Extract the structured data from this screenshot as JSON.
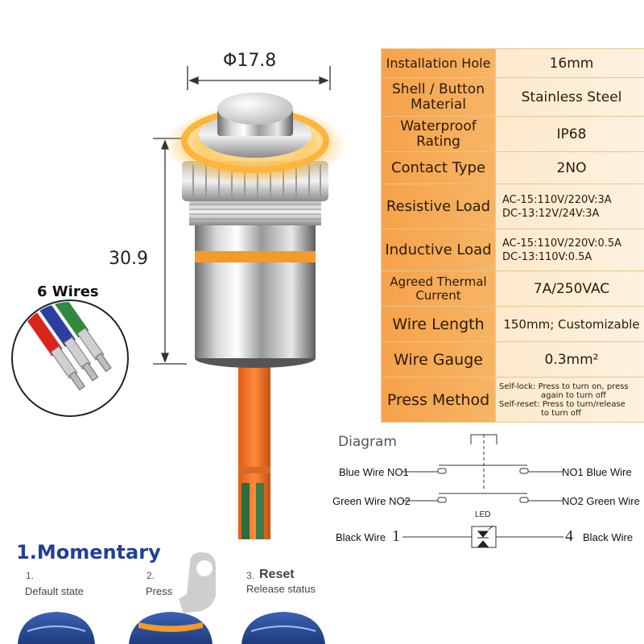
{
  "dimensions": {
    "diameter": "Φ17.8",
    "height": "30.9"
  },
  "wires_label": "6 Wires",
  "specs": [
    {
      "key": "Installation Hole",
      "value": "16mm"
    },
    {
      "key_lines": [
        "Shell / Button",
        "Material"
      ],
      "value": "Stainless Steel"
    },
    {
      "key_lines": [
        "Waterproof",
        "Rating"
      ],
      "value": "IP68"
    },
    {
      "key": "Contact Type",
      "value": "2NO"
    },
    {
      "key": "Resistive Load",
      "value_lines": [
        "AC-15:110V/220V:3A",
        "DC-13:12V/24V:3A"
      ]
    },
    {
      "key": "Inductive Load",
      "value_lines": [
        "AC-15:110V/220V:0.5A",
        "DC-13:110V:0.5A"
      ]
    },
    {
      "key_lines": [
        "Agreed Thermal",
        "Current"
      ],
      "value": "7A/250VAC"
    },
    {
      "key": "Wire Length",
      "value": "150mm; Customizable"
    },
    {
      "key": "Wire Gauge",
      "value": "0.3mm²"
    },
    {
      "key": "Press Method",
      "value_lines": [
        "Self-lock: Press to turn on, press",
        "again to turn off",
        "Self-reset: Press to turn/release",
        "to turn off"
      ]
    }
  ],
  "diagram": {
    "title": "Diagram",
    "left_labels": [
      "Blue Wire NO1",
      "Green Wire NO2",
      "Black Wire"
    ],
    "right_labels": [
      "NO1 Blue Wire",
      "NO2 Green Wire",
      "Black Wire"
    ],
    "pin_left": "1",
    "pin_right": "4",
    "led_label": "LED"
  },
  "momentary": {
    "title": "1.Momentary",
    "steps": [
      {
        "num": "1.",
        "label": "Default state"
      },
      {
        "num": "2.",
        "label": "Press"
      },
      {
        "num": "3.",
        "bold": "Reset",
        "label": "Release status"
      }
    ]
  },
  "colors": {
    "accent_orange": "#f6a24a",
    "table_value_bg": "#fde9cc",
    "title_blue": "#1f3f9a",
    "button_blue": "#2c4f9c"
  }
}
